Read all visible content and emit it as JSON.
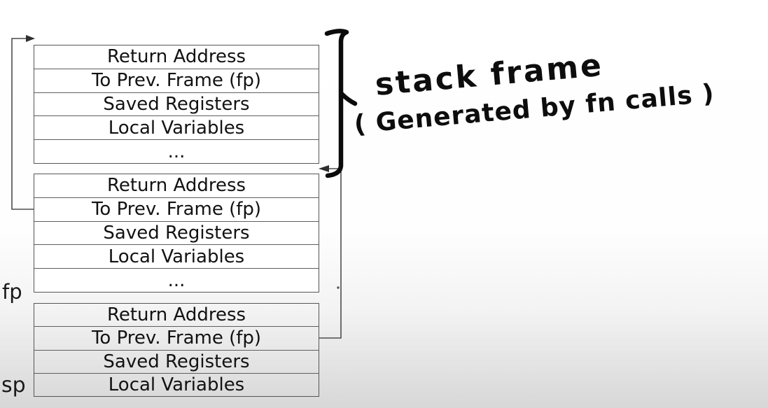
{
  "diagram": {
    "frames": [
      {
        "name": "frame-1",
        "rows": [
          "Return Address",
          "To Prev. Frame (fp)",
          "Saved Registers",
          "Local Variables",
          "..."
        ]
      },
      {
        "name": "frame-2",
        "rows": [
          "Return Address",
          "To Prev. Frame (fp)",
          "Saved Registers",
          "Local Variables",
          "..."
        ]
      },
      {
        "name": "frame-3",
        "rows": [
          "Return Address",
          "To Prev. Frame (fp)",
          "Saved Registers",
          "Local Variables"
        ]
      }
    ],
    "registers": {
      "fp": "fp",
      "sp": "sp"
    },
    "pointers": [
      {
        "name": "left-fp-pointer",
        "from": "frame-2 To Prev. Frame (fp)",
        "to": "top of frame-1"
      },
      {
        "name": "right-fp-pointer",
        "from": "frame-3 To Prev. Frame (fp)",
        "to": "bottom of frame-1"
      }
    ]
  },
  "annotation": {
    "line1": "stack frame",
    "line2": "( Generated by fn calls )",
    "ink_color": "#0d0d0d"
  },
  "colors": {
    "frame_border": "#565656",
    "frame_fill": "#ffffff",
    "arrow": "#4d4d4d",
    "text": "#121212",
    "background_top": "#ffffff",
    "background_bottom": "#d7d7d7"
  }
}
